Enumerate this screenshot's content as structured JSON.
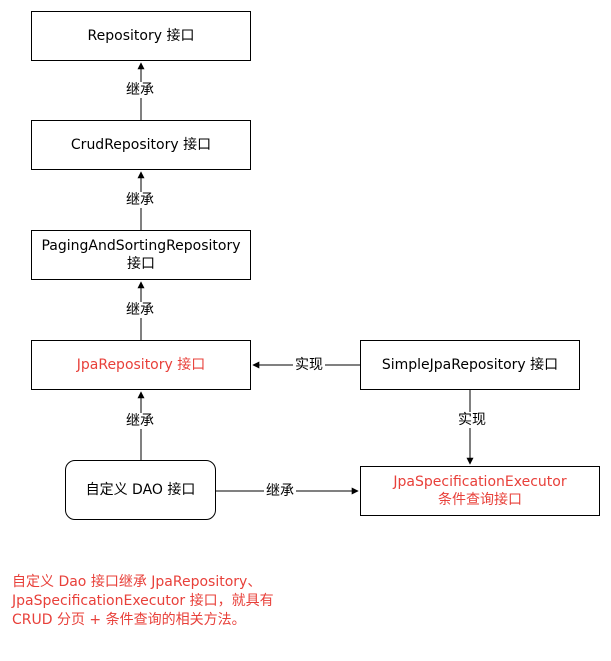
{
  "colors": {
    "accent": "#e8403a",
    "stroke": "#000000",
    "background": "#ffffff"
  },
  "nodes": {
    "repository": "Repository 接口",
    "crud_repository": "CrudRepository 接口",
    "paging_line1": "PagingAndSortingRepository",
    "paging_line2": "接口",
    "jpa_repository": "JpaRepository 接口",
    "simple_jpa_repository": "SimpleJpaRepository 接口",
    "custom_dao": "自定义 DAO 接口",
    "spec_exec_line1": "JpaSpecificationExecutor",
    "spec_exec_line2": "条件查询接口"
  },
  "edges": {
    "crud_to_repository": "继承",
    "paging_to_crud": "继承",
    "jpa_to_paging": "继承",
    "simple_to_jpa": "实现",
    "simple_to_spec": "实现",
    "dao_to_jpa": "继承",
    "dao_to_spec": "继承"
  },
  "note": "自定义 Dao 接口继承 JpaRepository、\nJpaSpecificationExecutor 接口，就具有\nCRUD 分页 + 条件查询的相关方法。"
}
